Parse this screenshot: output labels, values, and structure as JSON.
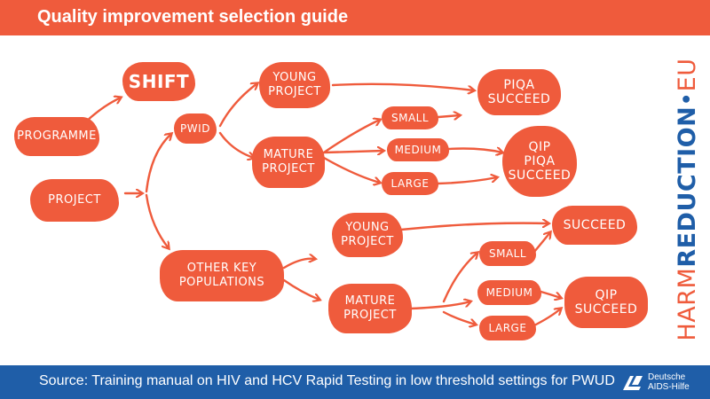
{
  "header": {
    "title": "Quality improvement selection guide"
  },
  "footer": {
    "source": "Source: Training manual on HIV and HCV Rapid Testing in low threshold settings for PWUD",
    "logo_line1": "Deutsche",
    "logo_line2": "AIDS-Hilfe"
  },
  "brand": {
    "part1": "HARM",
    "part2": "REDUCTION",
    "dot": "•",
    "part3": "EU"
  },
  "colors": {
    "accent": "#ef5b3c",
    "blue": "#1f5ea8",
    "text_on_accent": "#ffffff"
  },
  "nodes": {
    "shift": "SHIFT",
    "programme": "PROGRAMME",
    "project": "PROJECT",
    "pwid": "PWID",
    "young_project_1": {
      "l1": "YOUNG",
      "l2": "PROJECT"
    },
    "mature_project_1": {
      "l1": "MATURE",
      "l2": "PROJECT"
    },
    "small_1": "SMALL",
    "medium_1": "MEDIUM",
    "large_1": "LARGE",
    "piqa_succeed": {
      "l1": "PIQA",
      "l2": "SUCCEED"
    },
    "qip_piqa_succeed": {
      "l1": "QIP",
      "l2": "PIQA",
      "l3": "SUCCEED"
    },
    "other_key_populations": {
      "l1": "OTHER KEY",
      "l2": "POPULATIONS"
    },
    "young_project_2": {
      "l1": "YOUNG",
      "l2": "PROJECT"
    },
    "mature_project_2": {
      "l1": "MATURE",
      "l2": "PROJECT"
    },
    "small_2": "SMALL",
    "medium_2": "MEDIUM",
    "large_2": "LARGE",
    "succeed": "SUCCEED",
    "qip_succeed": {
      "l1": "QIP",
      "l2": "SUCCEED"
    }
  }
}
